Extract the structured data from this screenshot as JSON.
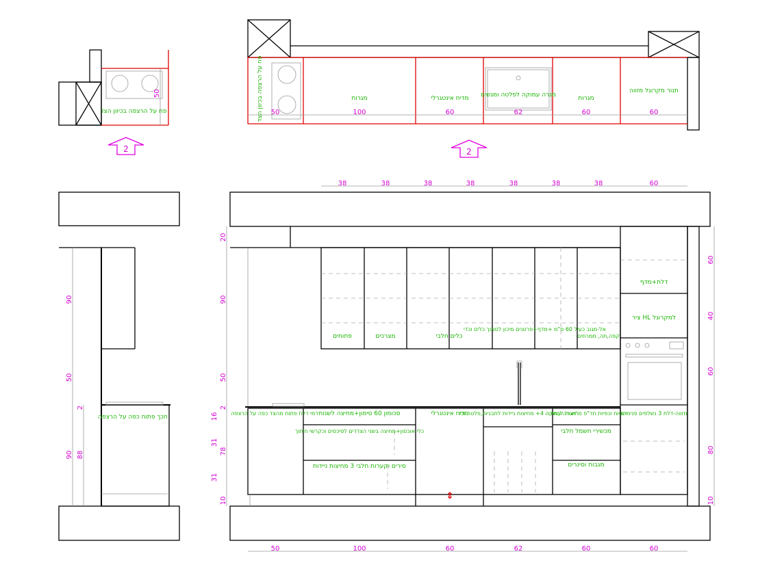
{
  "plan": {
    "top_widths": [
      "50",
      "100",
      "60",
      "62",
      "60",
      "60"
    ],
    "top_labels": {
      "side_hob": "פח על הרצפה בכיוון הצד",
      "drawers_1": "מגרות",
      "integral_1": "מדיח אינטגרלי",
      "sink": "מגרה עמוקה לפלטה ומגשים",
      "drawers_2": "מגרות",
      "oven": "תנור מקרוגל מזווה"
    },
    "side_label": "פח על הרצפה בכיוון הצד",
    "side_dim": "50",
    "arrow_label": "2"
  },
  "elevation": {
    "top_dims": [
      "38",
      "38",
      "38",
      "38",
      "38",
      "38",
      "38",
      "60"
    ],
    "bottom_dims": [
      "50",
      "100",
      "60",
      "62",
      "60",
      "60"
    ],
    "left_dims": [
      "20",
      "90",
      "50",
      "2",
      "16",
      "31",
      "78",
      "31",
      "10"
    ],
    "right_dims": [
      "60",
      "40",
      "60",
      "80",
      "10"
    ],
    "upper_labels": {
      "u1": "פתוחים",
      "u2": "מצרכים",
      "u3": "כלים חלבי",
      "u4": "אל-מגוב כעיל 60 ס\"מ +מדף+פרטנים מיכון לסמוך כלים וכדי",
      "u5": "קפה,תה, ממרחים"
    },
    "tall_labels": {
      "t1": "דלת+מדף",
      "t2": "ציר HL למקרוגל"
    },
    "lower_labels": {
      "l1": "דמי דלת פתוח מהצד כפה על הרצפה",
      "l2": "סכומון 60 סימון+מחיצה לשנות",
      "l3": "כלי אוכסון+מחיצה בשני הצדדים לסיכסים וכקרשי חיתוך",
      "l4": "סירים וקערות חלבי 3 מחיצות ניידות",
      "l5": "מדיח אינטגרלי",
      "l6": "מגרה עמוקה 4+ מחיצות ניידות לתבניות,פלטה וכו'",
      "l7": "כוסות וכפיות חד\"פ מחיצות לבחירה",
      "l8": "מכשירי חשמל חלבי",
      "l9": "מגבות וסינרים",
      "l10": "מזווה-דלת 3 נשלפים פנימיים"
    }
  },
  "section": {
    "dims": [
      "90",
      "50",
      "2",
      "90",
      "88"
    ],
    "label": "חכך פתוח כפה על הרצפה"
  }
}
